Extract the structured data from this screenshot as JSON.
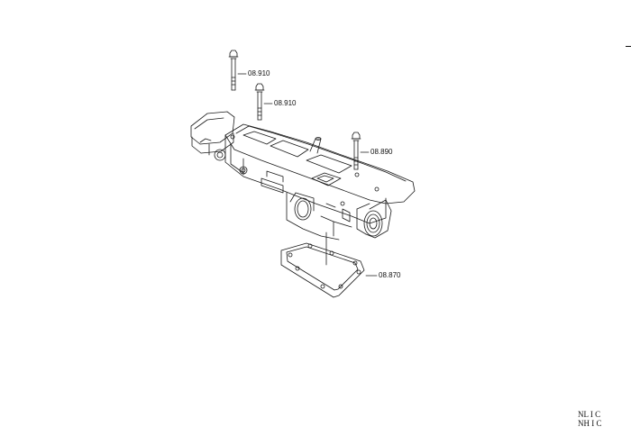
{
  "callouts": {
    "bolt_upper": "08.910",
    "bolt_middle": "08.910",
    "bolt_right": "08.890",
    "gasket": "08.870"
  },
  "corner_code": {
    "line1": "NL I C",
    "line2": "NH I C"
  },
  "colors": {
    "line": "#1a1a1a",
    "background": "#ffffff"
  }
}
